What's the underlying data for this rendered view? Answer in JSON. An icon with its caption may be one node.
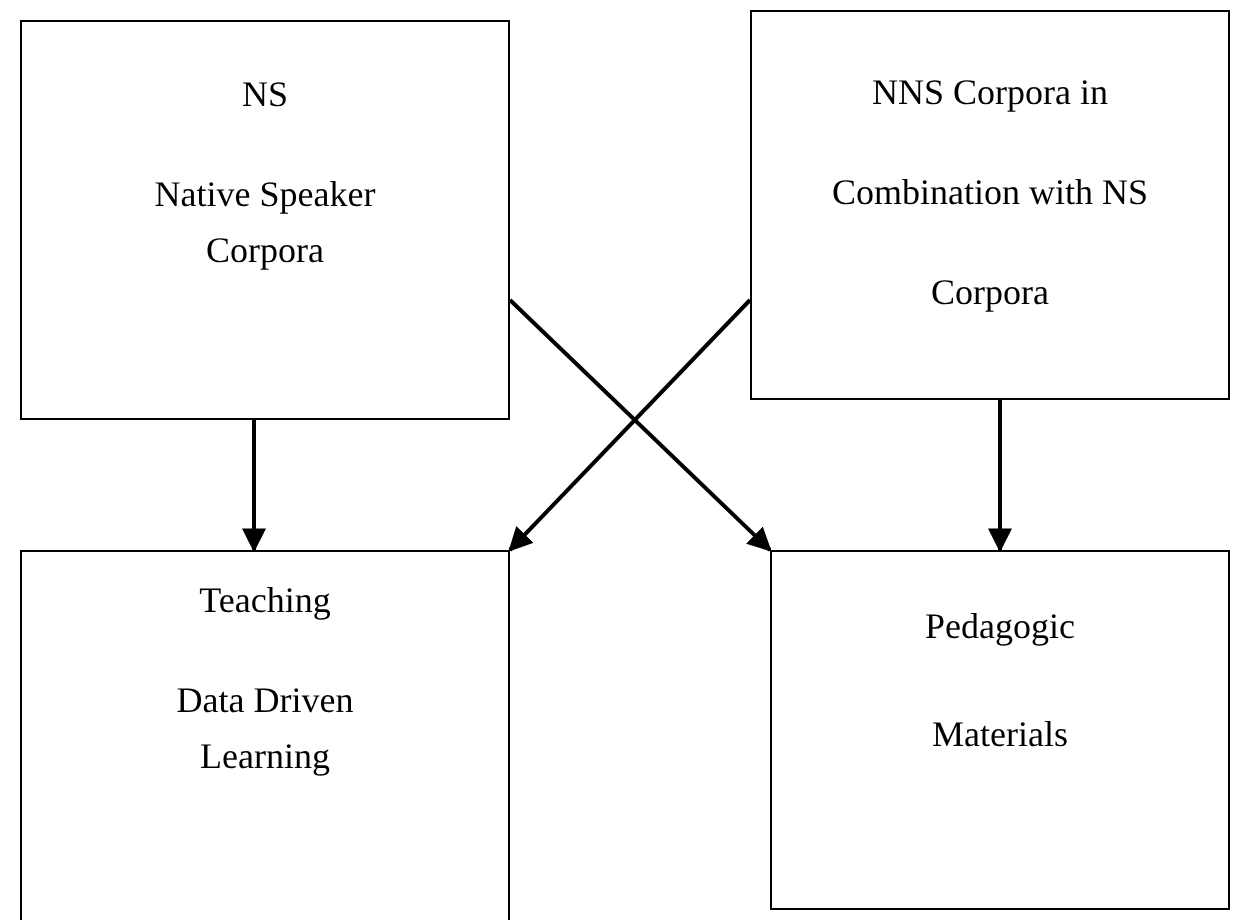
{
  "diagram": {
    "nodes": [
      {
        "text": [
          "NS",
          "Native Speaker Corpora"
        ]
      },
      {
        "text": [
          "NNS Corpora in Combination with NS Corpora"
        ]
      },
      {
        "text": [
          "Teaching",
          "Data Driven Learning"
        ]
      },
      {
        "text": [
          "Pedagogic Materials"
        ]
      }
    ],
    "edges": [
      {
        "from": 0,
        "to": 2,
        "arrow": "to"
      },
      {
        "from": 0,
        "to": 3,
        "arrow": "to"
      },
      {
        "from": 1,
        "to": 2,
        "arrow": "to"
      },
      {
        "from": 1,
        "to": 3,
        "arrow": "to"
      }
    ]
  }
}
